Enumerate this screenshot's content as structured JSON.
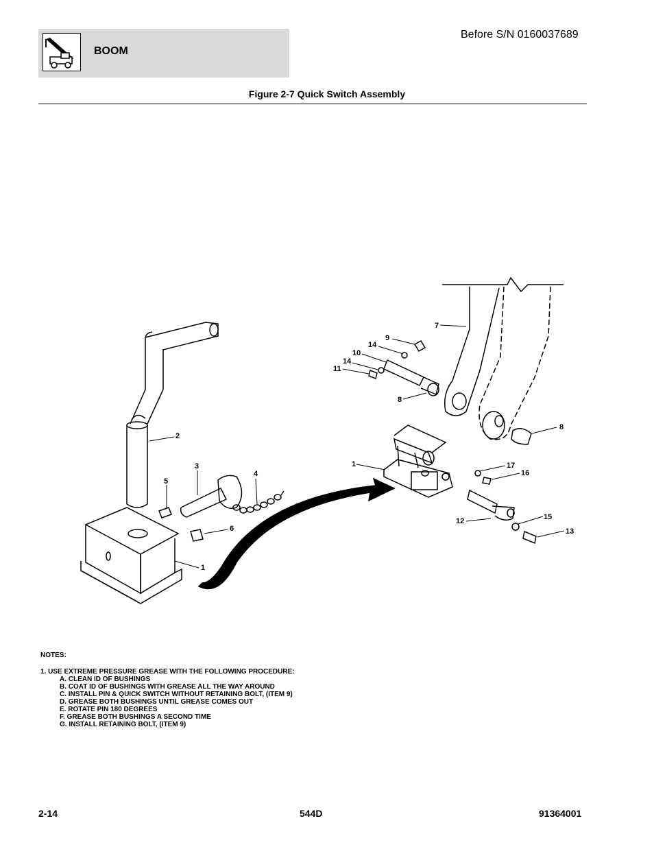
{
  "header": {
    "section_title": "BOOM",
    "serial_note": "Before S/N 0160037689",
    "logo_icon": "boom-machine-icon"
  },
  "figure": {
    "title": "Figure 2-7 Quick Switch Assembly",
    "callouts": {
      "c1a": "1",
      "c1b": "1",
      "c2": "2",
      "c3": "3",
      "c4": "4",
      "c5": "5",
      "c6": "6",
      "c7": "7",
      "c8a": "8",
      "c8b": "8",
      "c9": "9",
      "c10": "10",
      "c11": "11",
      "c12": "12",
      "c13": "13",
      "c14a": "14",
      "c14b": "14",
      "c15": "15",
      "c16": "16",
      "c17": "17"
    }
  },
  "notes": {
    "heading": "NOTES:",
    "item1": "1.   USE EXTREME PRESSURE GREASE WITH THE FOLLOWING PROCEDURE:",
    "steps": [
      "A.   CLEAN ID OF BUSHINGS",
      "B.   COAT ID OF BUSHINGS WITH GREASE ALL THE WAY AROUND",
      "C.   INSTALL PIN & QUICK SWITCH WITHOUT RETAINING BOLT, (ITEM 9)",
      "D.   GREASE BOTH BUSHINGS UNTIL GREASE COMES OUT",
      "E.   ROTATE PIN 180 DEGREES",
      "F.   GREASE BOTH BUSHINGS A SECOND TIME",
      "G.   INSTALL RETAINING BOLT, (ITEM 9)"
    ]
  },
  "footer": {
    "page": "2-14",
    "model": "544D",
    "doc_number": "91364001"
  }
}
